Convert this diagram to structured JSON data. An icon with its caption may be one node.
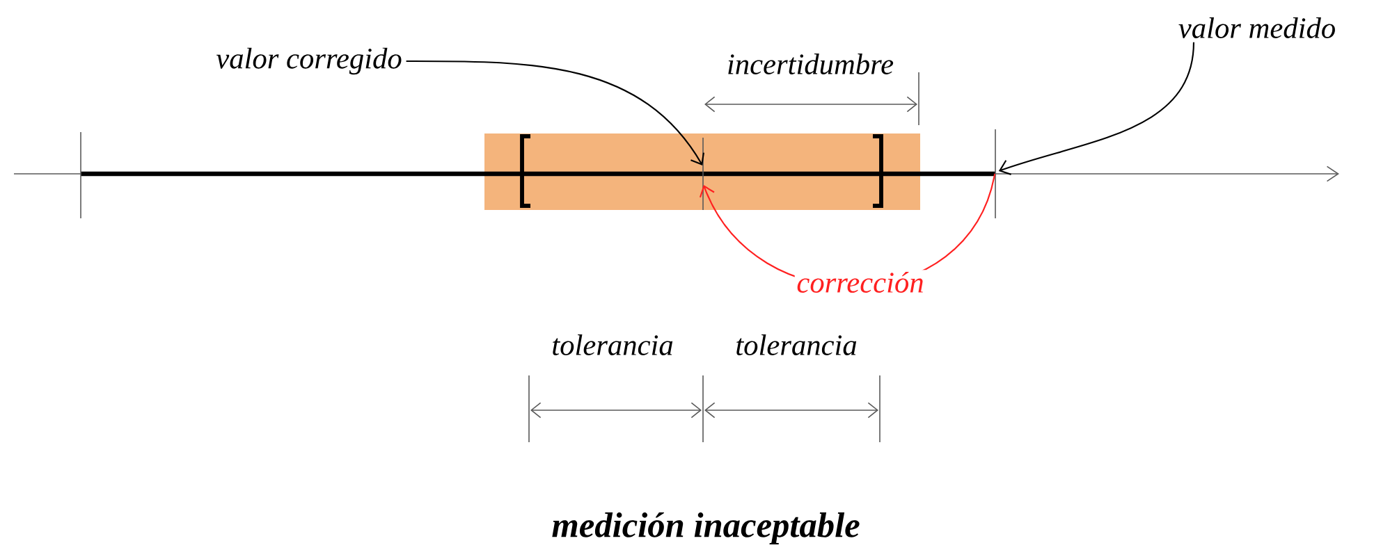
{
  "diagram": {
    "caption": "medición inaceptable",
    "nodes": [
      {
        "text": [
          "valor corregido"
        ]
      },
      {
        "text": [],
        "shape": "bar"
      },
      {
        "text": [
          "valor medido"
        ]
      },
      {
        "text": [],
        "shape": "bar"
      }
    ],
    "edges": [
      {
        "from": 0,
        "to": 1,
        "arrow": "to"
      },
      {
        "from": 2,
        "to": 3,
        "arrow": "to"
      },
      {
        "from": 3,
        "to": 1,
        "arrow": "to",
        "label": "corrección",
        "color": "#ff2020"
      }
    ],
    "labels": [
      "incertidumbre",
      "tolerancia",
      "tolerancia"
    ]
  }
}
